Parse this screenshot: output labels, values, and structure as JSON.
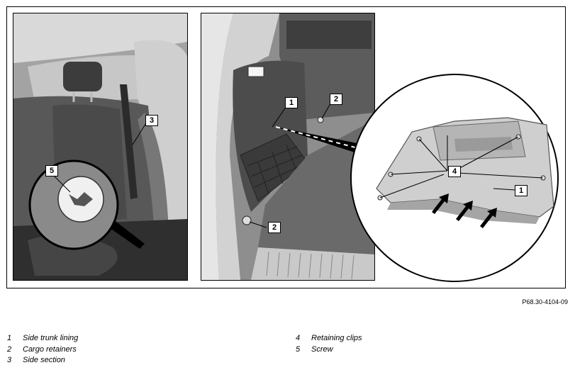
{
  "callouts": {
    "left_3": "3",
    "left_5": "5",
    "mid_1": "1",
    "mid_2_top": "2",
    "mid_2_bottom": "2",
    "detail_4": "4",
    "detail_1": "1"
  },
  "part_number": "P68.30-4104-09",
  "legend": {
    "left": [
      {
        "num": "1",
        "text": "Side trunk lining"
      },
      {
        "num": "2",
        "text": "Cargo retainers"
      },
      {
        "num": "3",
        "text": "Side section"
      }
    ],
    "right": [
      {
        "num": "4",
        "text": "Retaining clips"
      },
      {
        "num": "5",
        "text": "Screw"
      }
    ]
  }
}
